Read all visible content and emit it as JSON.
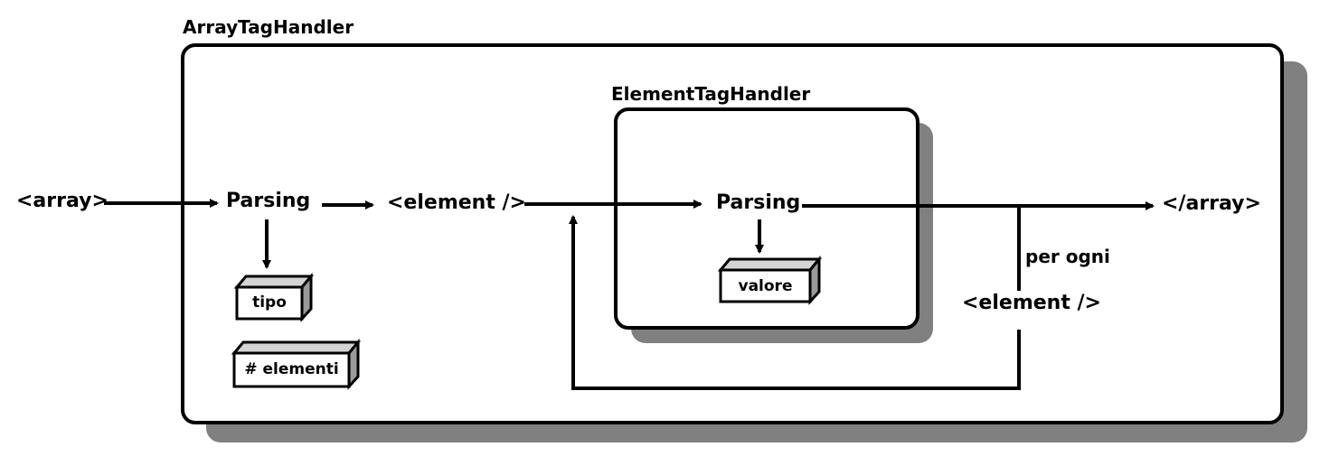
{
  "outer": {
    "title": "ArrayTagHandler"
  },
  "inner": {
    "title": "ElementTagHandler"
  },
  "nodes": {
    "array_open": "<array>",
    "parsing_outer": "Parsing",
    "element_tag": "<element />",
    "parsing_inner": "Parsing",
    "array_close": "</array>",
    "per_ogni": "per ogni",
    "element_tag_loop": "<element />"
  },
  "boxes": {
    "tipo": "tipo",
    "elementi": "# elementi",
    "valore": "valore"
  },
  "colors": {
    "stroke": "#000000",
    "shadow": "#808080",
    "box_side": "#9a9a9a",
    "box_top": "#d4d4d4"
  }
}
